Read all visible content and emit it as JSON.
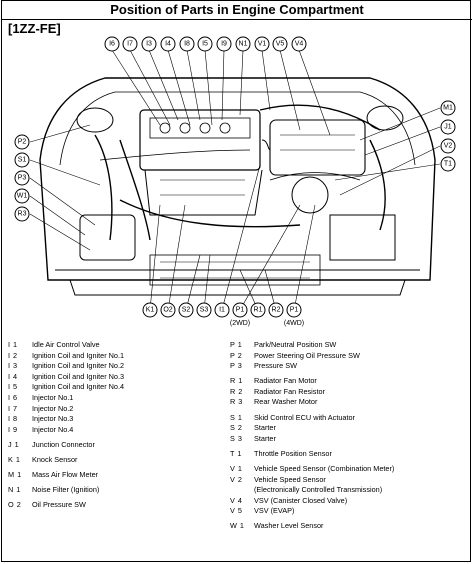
{
  "title": "Position of Parts in Engine Compartment",
  "engine_tag": "[1ZZ-FE]",
  "callouts": {
    "top": [
      "I6",
      "I7",
      "I3",
      "I4",
      "I8",
      "I5",
      "I9",
      "N1",
      "V1",
      "V5",
      "V4"
    ],
    "left": [
      "P2",
      "S1",
      "P3",
      "W1",
      "R3"
    ],
    "right": [
      "M1",
      "J1",
      "V2",
      "T1"
    ],
    "bottom": [
      "K1",
      "O2",
      "S2",
      "S3",
      "I1",
      "P1",
      "R1",
      "R2",
      "P1"
    ],
    "bottom_notes": [
      "(2WD)",
      "(4WD)"
    ]
  },
  "legend_left": [
    {
      "code": "I 1",
      "label": "Idle Air Control Valve"
    },
    {
      "code": "I 2",
      "label": "Ignition Coil and Igniter No.1"
    },
    {
      "code": "I 3",
      "label": "Ignition Coil and Igniter No.2"
    },
    {
      "code": "I 4",
      "label": "Ignition Coil and Igniter No.3"
    },
    {
      "code": "I 5",
      "label": "Ignition Coil and Igniter No.4"
    },
    {
      "code": "I 6",
      "label": "Injector No.1"
    },
    {
      "code": "I 7",
      "label": "Injector No.2"
    },
    {
      "code": "I 8",
      "label": "Injector No.3"
    },
    {
      "code": "I 9",
      "label": "Injector No.4"
    },
    {
      "gap": true
    },
    {
      "code": "J 1",
      "label": "Junction Connector"
    },
    {
      "gap": true
    },
    {
      "code": "K 1",
      "label": "Knock Sensor"
    },
    {
      "gap": true
    },
    {
      "code": "M 1",
      "label": "Mass Air Flow Meter"
    },
    {
      "gap": true
    },
    {
      "code": "N 1",
      "label": "Noise Filter (Ignition)"
    },
    {
      "gap": true
    },
    {
      "code": "O 2",
      "label": "Oil Pressure SW"
    }
  ],
  "legend_right": [
    {
      "code": "P 1",
      "label": "Park/Neutral Position SW"
    },
    {
      "code": "P 2",
      "label": "Power Steering Oil Pressure SW"
    },
    {
      "code": "P 3",
      "label": "Pressure SW"
    },
    {
      "gap": true
    },
    {
      "code": "R 1",
      "label": "Radiator Fan Motor"
    },
    {
      "code": "R 2",
      "label": "Radiator Fan Resistor"
    },
    {
      "code": "R 3",
      "label": "Rear Washer Motor"
    },
    {
      "gap": true
    },
    {
      "code": "S 1",
      "label": "Skid Control ECU with Actuator"
    },
    {
      "code": "S 2",
      "label": "Starter"
    },
    {
      "code": "S 3",
      "label": "Starter"
    },
    {
      "gap": true
    },
    {
      "code": "T 1",
      "label": "Throttle Position Sensor"
    },
    {
      "gap": true
    },
    {
      "code": "V 1",
      "label": "Vehicle Speed Sensor (Combination Meter)"
    },
    {
      "code": "V 2",
      "label": "Vehicle Speed Sensor"
    },
    {
      "code": "",
      "label": "(Electronically Controlled Transmission)"
    },
    {
      "code": "V 4",
      "label": "VSV (Canister Closed Valve)"
    },
    {
      "code": "V 5",
      "label": "VSV (EVAP)"
    },
    {
      "gap": true
    },
    {
      "code": "W 1",
      "label": "Washer Level Sensor"
    }
  ]
}
